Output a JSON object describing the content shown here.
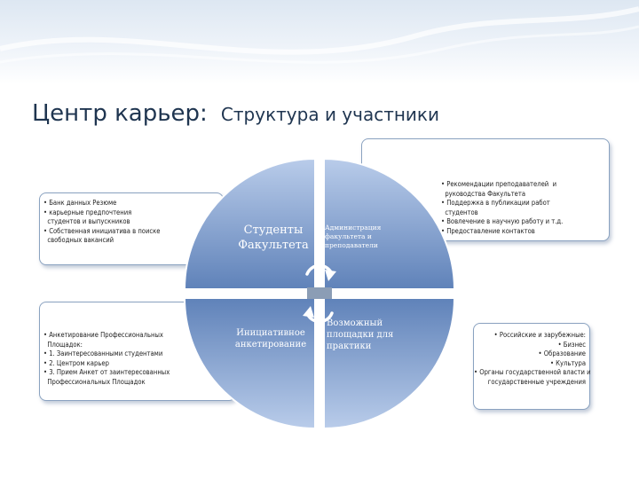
{
  "title": {
    "main": "Центр карьер:",
    "sub": "Структура  и участники"
  },
  "quadrants": {
    "top_left": [
      "Студенты",
      "Факультета"
    ],
    "top_right": [
      "Администрация",
      "факультета и",
      "преподаватели"
    ],
    "bottom_left": [
      "Инициативное",
      "анкетирование"
    ],
    "bottom_right": [
      "Возможный",
      "площадки для",
      "практики"
    ]
  },
  "boxes": {
    "top_left": [
      "• Банк данных Резюме",
      "• карьерные предпочтения",
      "  студентов и выпускников",
      "• Собственная инициатива в поиске",
      "  свободных вакансий"
    ],
    "bottom_left": [
      "• Анкетирование Профессиональных",
      "  Площадок:",
      "• 1. Заинтересованными студентами",
      "• 2. Центром карьер",
      "• 3. Прием Анкет от заинтересованных",
      "  Профессиональных Площадок"
    ],
    "top_right": [
      "• Рекомендации преподавателей  и",
      "  руководства Факультета",
      "• Поддержка в публикации работ",
      "  студентов",
      "• Вовлечение в научную работу и т.д.",
      "• Предоставление контактов"
    ],
    "bottom_right": [
      "• Российские и зарубежные:",
      "• Бизнес",
      "• Образование",
      "• Культура",
      "• Органы государственной власти и",
      "  государственные учреждения"
    ]
  },
  "colors": {
    "quad_light": "#b9ccea",
    "quad_dark": "#5f82b9",
    "border": "#8aa2c0",
    "title": "#1f3550"
  }
}
